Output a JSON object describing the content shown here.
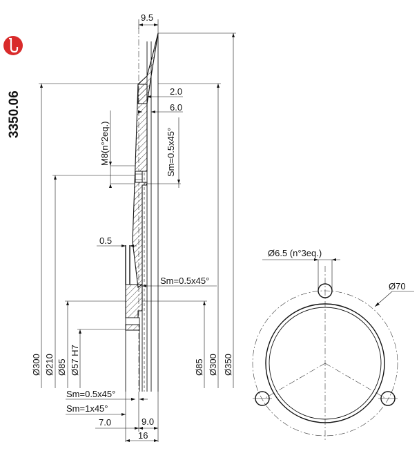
{
  "product_code": "3350.06",
  "badge_icon": "saxophone-icon",
  "badge_color": "#d92b2b",
  "dimensions": {
    "top_width": "9.5",
    "d_2_0": "2.0",
    "d_6_0": "6.0",
    "thread": "M8(n°2eq.)",
    "chamfer_inner": "Sm=0.5x45°",
    "d_0_5": "0.5",
    "chamfer_mid": "Sm=0.5x45°",
    "left_dia_300": "Ø300",
    "left_dia_210": "Ø210",
    "left_dia_85": "Ø85",
    "left_dia_57": "Ø57 H7",
    "right_dia_85": "Ø85",
    "right_dia_300": "Ø300",
    "right_dia_350": "Ø350",
    "chamfer_bottom_1": "Sm=0.5x45°",
    "chamfer_bottom_2": "Sm=1x45°",
    "bottom_7_0": "7.0",
    "bottom_9_0": "9.0",
    "bottom_16": "16",
    "hole_label": "Ø6.5  (n°3eq.)",
    "pcd_label": "Ø70"
  }
}
